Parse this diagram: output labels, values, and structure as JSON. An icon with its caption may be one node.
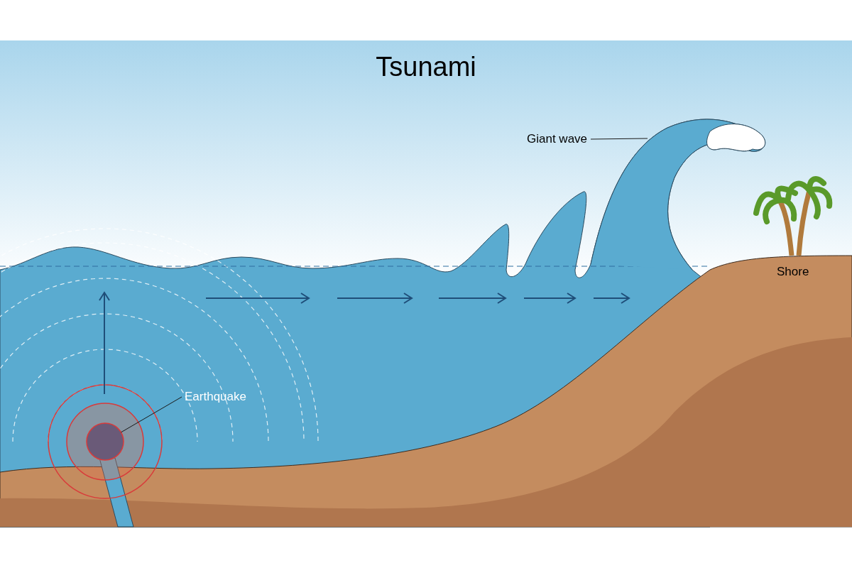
{
  "diagram": {
    "title": "Tsunami",
    "nodes": [
      {
        "text": [
          "Giant wave"
        ]
      },
      {
        "text": [],
        "shape": "picture"
      },
      {
        "text": [
          "Earthquake"
        ]
      },
      {
        "text": [],
        "shape": "circle"
      }
    ],
    "edges": [
      {
        "from": 0,
        "to": 1,
        "arrow": "none"
      },
      {
        "from": 2,
        "to": 3,
        "arrow": "none"
      }
    ],
    "labels": [
      "Shore"
    ]
  }
}
